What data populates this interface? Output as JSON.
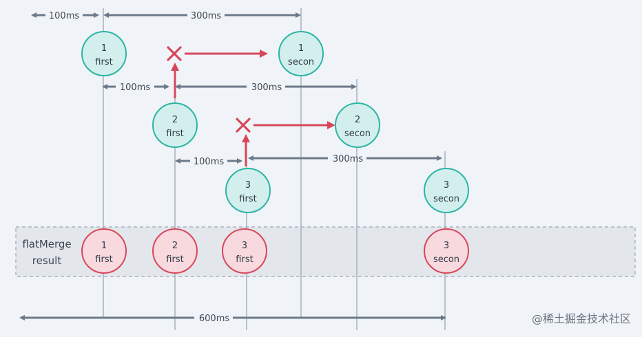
{
  "diagram": {
    "result_label_line1": "flatMerge",
    "result_label_line2": "result",
    "watermark": "@稀土掘金技术社区",
    "total_duration_label": "600ms",
    "colors": {
      "teal_fill": "#d3efed",
      "teal_stroke": "#2bb5a4",
      "red_fill": "#f7d9de",
      "red_stroke": "#d7475b",
      "arrow_gray": "#6b7a8a",
      "vline": "#9aa8b6",
      "cancel_red": "#d7475b",
      "result_band": "#e3e7ec"
    },
    "timing_labels": [
      {
        "id": "t1a",
        "text": "100ms"
      },
      {
        "id": "t1b",
        "text": "300ms"
      },
      {
        "id": "t2a",
        "text": "100ms"
      },
      {
        "id": "t2b",
        "text": "300ms"
      },
      {
        "id": "t3a",
        "text": "100ms"
      },
      {
        "id": "t3b",
        "text": "300ms"
      }
    ],
    "upstream_nodes": [
      {
        "id": "n1f",
        "num": "1",
        "label": "first"
      },
      {
        "id": "n1s",
        "num": "1",
        "label": "secon"
      },
      {
        "id": "n2f",
        "num": "2",
        "label": "first"
      },
      {
        "id": "n2s",
        "num": "2",
        "label": "secon"
      },
      {
        "id": "n3f",
        "num": "3",
        "label": "first"
      },
      {
        "id": "n3s",
        "num": "3",
        "label": "secon"
      }
    ],
    "result_nodes": [
      {
        "id": "r1",
        "num": "1",
        "label": "first"
      },
      {
        "id": "r2",
        "num": "2",
        "label": "first"
      },
      {
        "id": "r3",
        "num": "3",
        "label": "first"
      },
      {
        "id": "r4",
        "num": "3",
        "label": "secon"
      }
    ]
  }
}
